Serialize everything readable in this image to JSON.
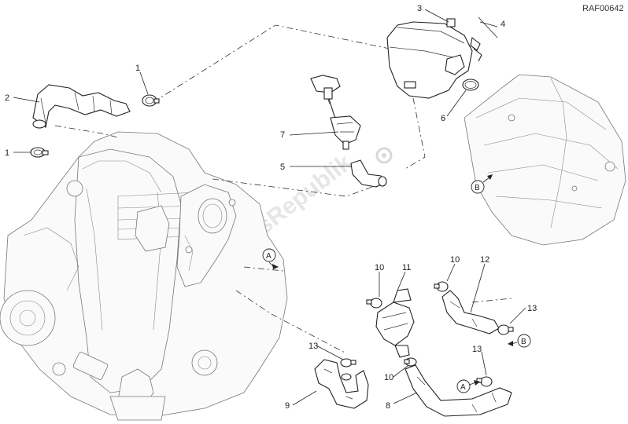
{
  "figure_code": "RAF00642",
  "watermark": "PartsRepublik",
  "callouts": [
    "1",
    "2",
    "1",
    "3",
    "4",
    "5",
    "6",
    "7",
    "8",
    "9",
    "10",
    "10",
    "11",
    "12",
    "13",
    "13",
    "13",
    "10"
  ],
  "view_markers": [
    "A",
    "A",
    "B",
    "B"
  ]
}
